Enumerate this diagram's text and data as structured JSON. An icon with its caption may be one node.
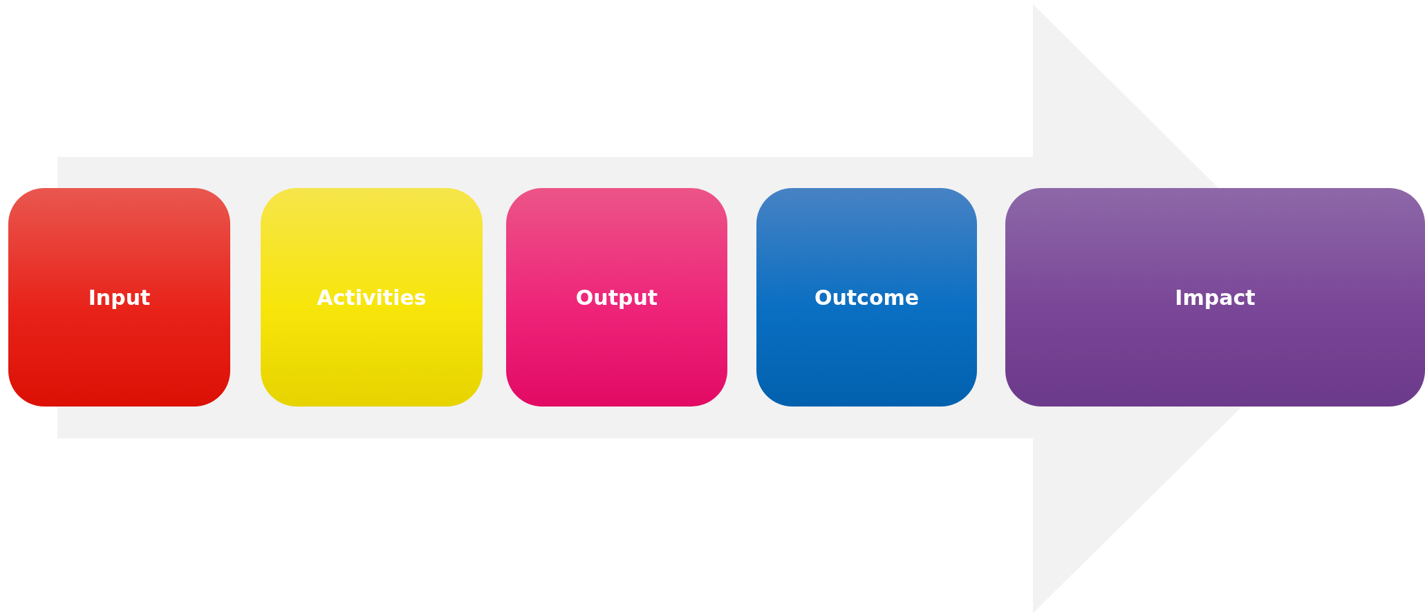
{
  "diagram": {
    "nodes": [
      {
        "text": [
          "Input"
        ]
      },
      {
        "text": [
          "Activities"
        ]
      },
      {
        "text": [
          "Output"
        ]
      },
      {
        "text": [
          "Outcome"
        ]
      },
      {
        "text": [
          "Impact"
        ]
      }
    ],
    "edges": [
      {
        "from": 0,
        "to": 4,
        "arrow": "to"
      }
    ]
  }
}
